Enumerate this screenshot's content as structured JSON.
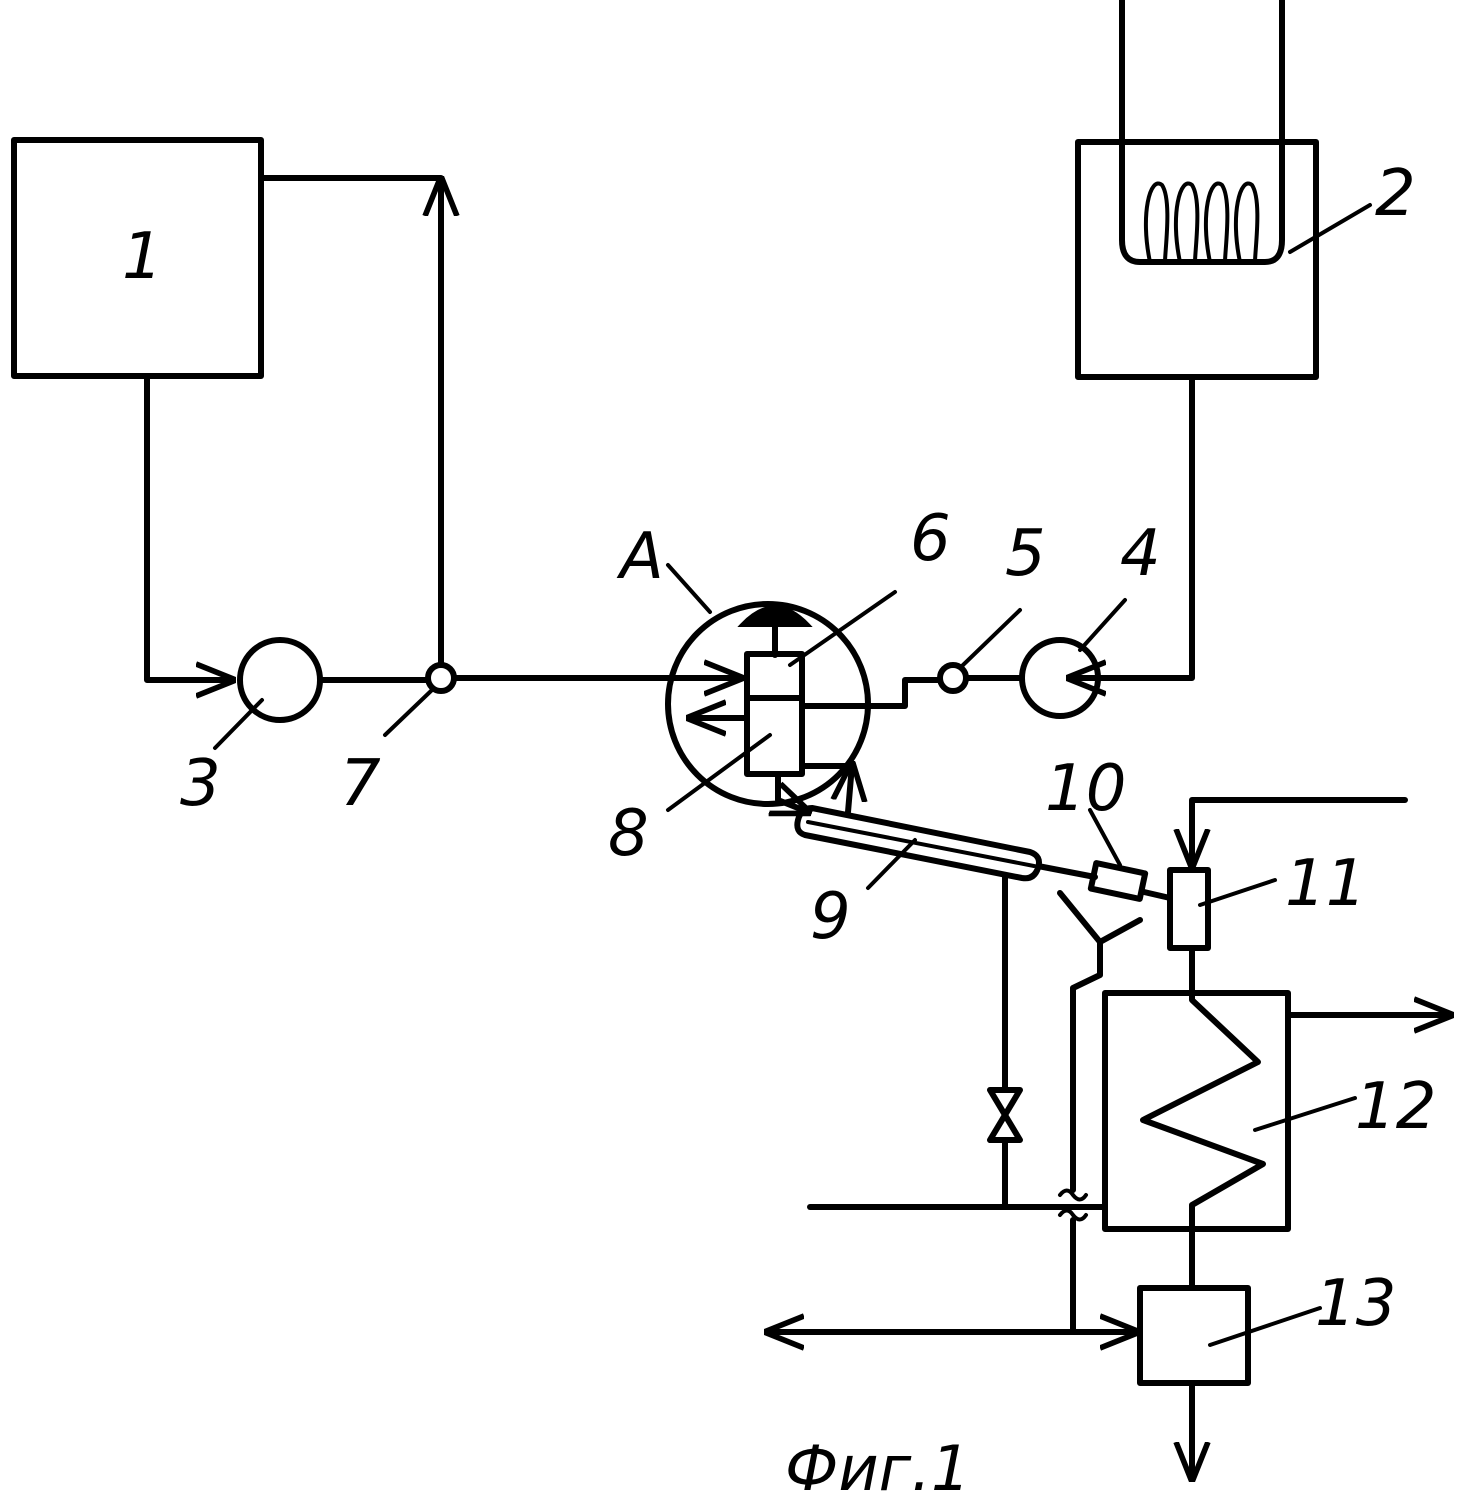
{
  "labels": {
    "l1": "1",
    "l2": "2",
    "l3": "3",
    "l4": "4",
    "l5": "5",
    "l6": "6",
    "l7": "7",
    "l8": "8",
    "l9": "9",
    "l10": "10",
    "l11": "11",
    "l12": "12",
    "l13": "13",
    "lA": "A"
  },
  "caption": "Фиг.1"
}
